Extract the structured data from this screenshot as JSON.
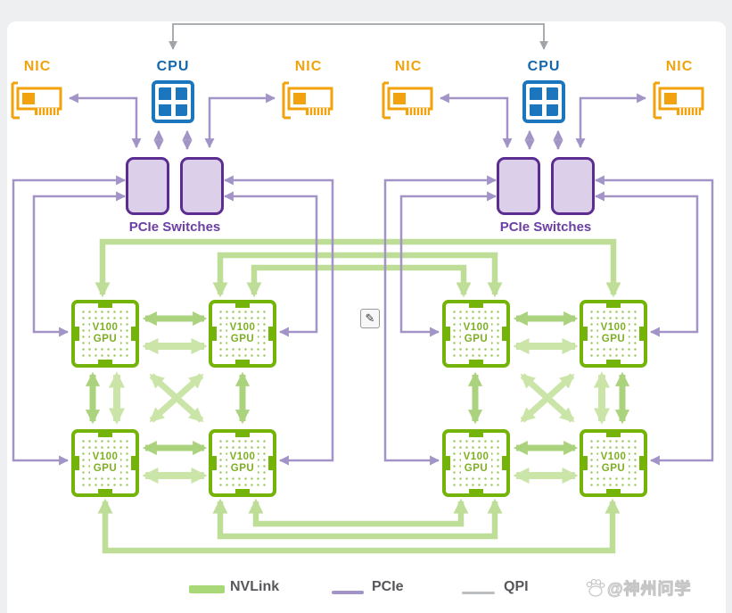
{
  "labels": {
    "nic": "NIC",
    "cpu": "CPU",
    "pcie_switches": "PCIe Switches"
  },
  "gpu": {
    "line1": "V100",
    "line2": "GPU"
  },
  "legend": {
    "items": [
      {
        "name": "NVLink",
        "color": "#a8d878"
      },
      {
        "name": "PCIe",
        "color": "#a294c6"
      },
      {
        "name": "QPI",
        "color": "#bcbfc2"
      }
    ]
  },
  "watermark": {
    "text": "@神州问学",
    "icon": "paw-icon"
  },
  "edit_overlay": {
    "glyph": "✎"
  },
  "colors": {
    "nvlink_line": "#bedd97",
    "nvlink_dark": "#abd37e",
    "nvlink_light": "#cbe5a9",
    "pcie_line": "#a294c6",
    "qpi_line": "#a0a4a8",
    "gpu_green": "#74b408",
    "gpu_text": "#7db022",
    "nic_orange": "#f2a20d",
    "cpu_blue": "#1b76bd",
    "switch_fill": "#dbcfe9",
    "switch_border": "#5c2d91",
    "label_purple": "#6b3fa3",
    "legend_text": "#56575b"
  }
}
